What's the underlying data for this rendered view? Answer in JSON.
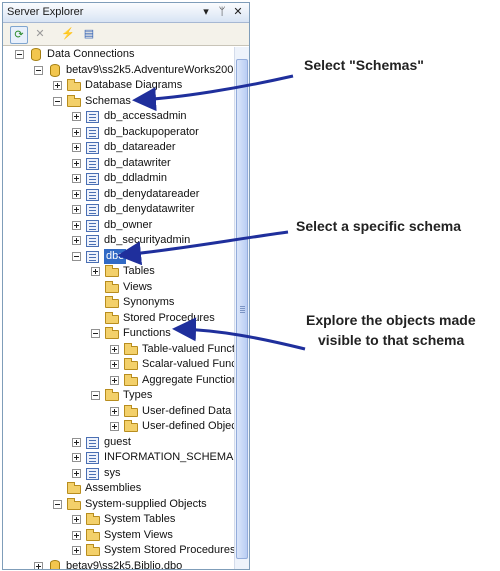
{
  "window": {
    "title": "Server Explorer",
    "buttons": {
      "dropdown": "▾",
      "pin": "ᛘ",
      "close": "✕"
    }
  },
  "toolbar": {
    "refresh": "⟳",
    "stop": "✕",
    "add_connection": "⚡",
    "connect_server": "▤"
  },
  "tree": [
    {
      "label": "Data Connections",
      "level": 0,
      "expander": "minus",
      "icon": "db"
    },
    {
      "label": "betav9\\ss2k5.AdventureWorks200",
      "level": 1,
      "expander": "minus",
      "icon": "db"
    },
    {
      "label": "Database Diagrams",
      "level": 2,
      "expander": "plus",
      "icon": "folder"
    },
    {
      "label": "Schemas",
      "level": 2,
      "expander": "minus",
      "icon": "folder"
    },
    {
      "label": "db_accessadmin",
      "level": 3,
      "expander": "plus",
      "icon": "schema"
    },
    {
      "label": "db_backupoperator",
      "level": 3,
      "expander": "plus",
      "icon": "schema"
    },
    {
      "label": "db_datareader",
      "level": 3,
      "expander": "plus",
      "icon": "schema"
    },
    {
      "label": "db_datawriter",
      "level": 3,
      "expander": "plus",
      "icon": "schema"
    },
    {
      "label": "db_ddladmin",
      "level": 3,
      "expander": "plus",
      "icon": "schema"
    },
    {
      "label": "db_denydatareader",
      "level": 3,
      "expander": "plus",
      "icon": "schema"
    },
    {
      "label": "db_denydatawriter",
      "level": 3,
      "expander": "plus",
      "icon": "schema"
    },
    {
      "label": "db_owner",
      "level": 3,
      "expander": "plus",
      "icon": "schema"
    },
    {
      "label": "db_securityadmin",
      "level": 3,
      "expander": "plus",
      "icon": "schema"
    },
    {
      "label": "dbo",
      "level": 3,
      "expander": "minus",
      "icon": "schema",
      "selected": true
    },
    {
      "label": "Tables",
      "level": 4,
      "expander": "plus",
      "icon": "folder"
    },
    {
      "label": "Views",
      "level": 4,
      "expander": "none",
      "icon": "folder"
    },
    {
      "label": "Synonyms",
      "level": 4,
      "expander": "none",
      "icon": "folder"
    },
    {
      "label": "Stored Procedures",
      "level": 4,
      "expander": "none",
      "icon": "folder"
    },
    {
      "label": "Functions",
      "level": 4,
      "expander": "minus",
      "icon": "folder"
    },
    {
      "label": "Table-valued Funct",
      "level": 5,
      "expander": "plus",
      "icon": "folder"
    },
    {
      "label": "Scalar-valued Func",
      "level": 5,
      "expander": "plus",
      "icon": "folder"
    },
    {
      "label": "Aggregate Function",
      "level": 5,
      "expander": "plus",
      "icon": "folder"
    },
    {
      "label": "Types",
      "level": 4,
      "expander": "minus",
      "icon": "folder"
    },
    {
      "label": "User-defined Data",
      "level": 5,
      "expander": "plus",
      "icon": "folder"
    },
    {
      "label": "User-defined Objec",
      "level": 5,
      "expander": "plus",
      "icon": "folder"
    },
    {
      "label": "guest",
      "level": 3,
      "expander": "plus",
      "icon": "schema"
    },
    {
      "label": "INFORMATION_SCHEMA",
      "level": 3,
      "expander": "plus",
      "icon": "schema"
    },
    {
      "label": "sys",
      "level": 3,
      "expander": "plus",
      "icon": "schema"
    },
    {
      "label": "Assemblies",
      "level": 2,
      "expander": "none",
      "icon": "folder"
    },
    {
      "label": "System-supplied Objects",
      "level": 2,
      "expander": "minus",
      "icon": "folder"
    },
    {
      "label": "System Tables",
      "level": 3,
      "expander": "plus",
      "icon": "folder"
    },
    {
      "label": "System Views",
      "level": 3,
      "expander": "plus",
      "icon": "folder"
    },
    {
      "label": "System Stored Procedures",
      "level": 3,
      "expander": "plus",
      "icon": "folder"
    },
    {
      "label": "betav9\\ss2k5.Biblio.dbo",
      "level": 1,
      "expander": "plus",
      "icon": "db"
    }
  ],
  "callouts": {
    "schemas": "Select \"Schemas\"",
    "specific": "Select a specific schema",
    "explore_line1": "Explore the objects made",
    "explore_line2": "visible to that schema"
  },
  "colors": {
    "arrow": "#1f2f9c",
    "selection": "#316ac5"
  }
}
